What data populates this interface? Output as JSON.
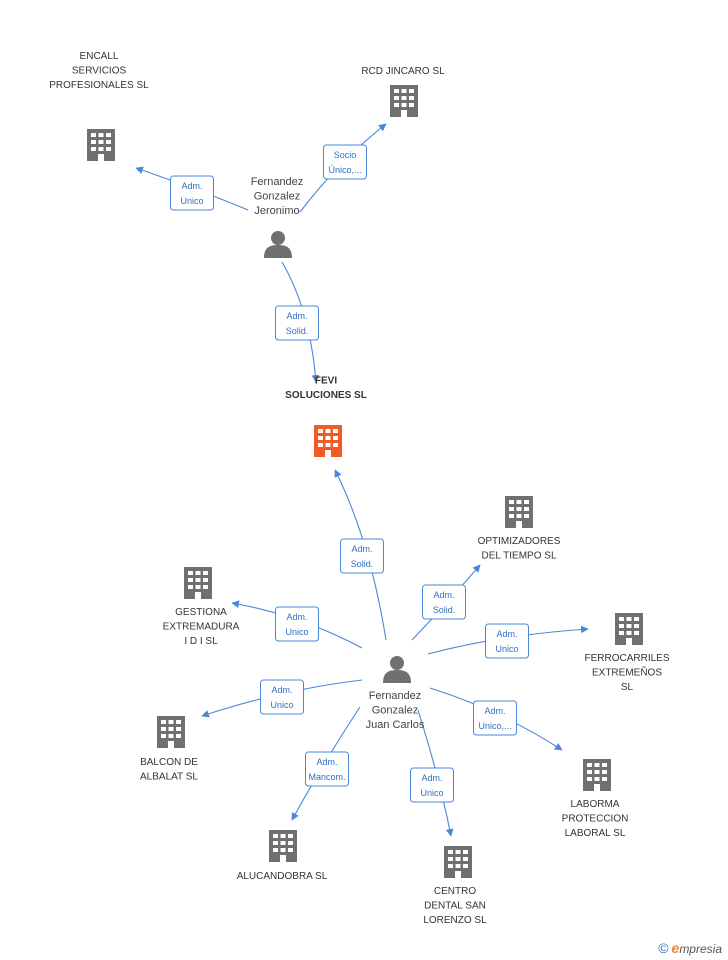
{
  "companies": {
    "encall": [
      "ENCALL",
      "SERVICIOS",
      "PROFESIONALES SL"
    ],
    "rcd": [
      "RCD JINCARO SL"
    ],
    "fevi": [
      "FEVI",
      "SOLUCIONES SL"
    ],
    "optimizadores": [
      "OPTIMIZADORES",
      "DEL TIEMPO  SL"
    ],
    "gestiona": [
      "GESTIONA",
      "EXTREMADURA",
      "I D I  SL"
    ],
    "ferrocarriles": [
      "FERROCARRILES",
      "EXTREMEÑOS",
      "SL"
    ],
    "balcon": [
      "BALCON DE",
      "ALBALAT SL"
    ],
    "laborma": [
      "LABORMA",
      "PROTECCION",
      "LABORAL  SL"
    ],
    "alucandobra": [
      "ALUCANDOBRA SL"
    ],
    "centro": [
      "CENTRO",
      "DENTAL SAN",
      "LORENZO SL"
    ]
  },
  "persons": {
    "jeronimo": [
      "Fernandez",
      "Gonzalez",
      "Jeronimo"
    ],
    "juancarlos": [
      "Fernandez",
      "Gonzalez",
      "Juan Carlos"
    ]
  },
  "relations": {
    "jer_encall": [
      "Adm.",
      "Unico"
    ],
    "jer_rcd": [
      "Socio",
      "Único,..."
    ],
    "jer_fevi": [
      "Adm.",
      "Solid."
    ],
    "jc_fevi": [
      "Adm.",
      "Solid."
    ],
    "jc_optim": [
      "Adm.",
      "Solid."
    ],
    "jc_gestiona": [
      "Adm.",
      "Unico"
    ],
    "jc_ferro": [
      "Adm.",
      "Unico"
    ],
    "jc_balcon": [
      "Adm.",
      "Unico"
    ],
    "jc_laborma": [
      "Adm.",
      "Unico,..."
    ],
    "jc_alucandobra": [
      "Adm.",
      "Mancom."
    ],
    "jc_centro": [
      "Adm.",
      "Unico"
    ]
  },
  "colors": {
    "edge": "#4a86d8",
    "building": "#707070",
    "building_main": "#f15a24",
    "person": "#707070"
  },
  "icons": {
    "company": "building-icon",
    "person": "person-icon",
    "copyright": "copyright-icon"
  },
  "footer": {
    "copyright": "©",
    "brand_initial": "e",
    "brand_rest": "mpresia"
  }
}
